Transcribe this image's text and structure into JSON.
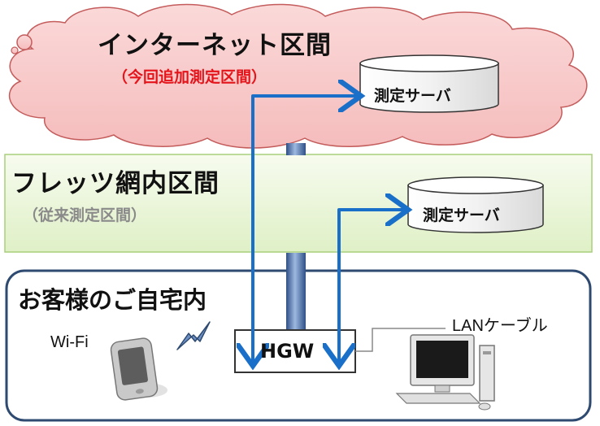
{
  "internet_zone": {
    "title": "インターネット区間",
    "subtitle": "（今回追加測定区間）"
  },
  "flets_zone": {
    "title": "フレッツ網内区間",
    "subtitle": "（従来測定区間）"
  },
  "home_zone": {
    "title": "お客様のご自宅内"
  },
  "servers": [
    {
      "label": "測定サーバ"
    },
    {
      "label": "測定サーバ"
    }
  ],
  "hgw": {
    "label": "HGW"
  },
  "devices": {
    "wifi_label": "Wi-Fi",
    "lan_label": "LANケーブル"
  },
  "colors": {
    "cloud_fill": "#f8c9c9",
    "cloud_stroke": "#c45c5c",
    "flets_fill": "#eaf6d8",
    "flets_stroke": "#a9cf7c",
    "home_stroke": "#2e4a70",
    "arrow": "#1a6fc9",
    "pipe": "#4a6ea8",
    "subtitle_red": "#e4141a"
  }
}
